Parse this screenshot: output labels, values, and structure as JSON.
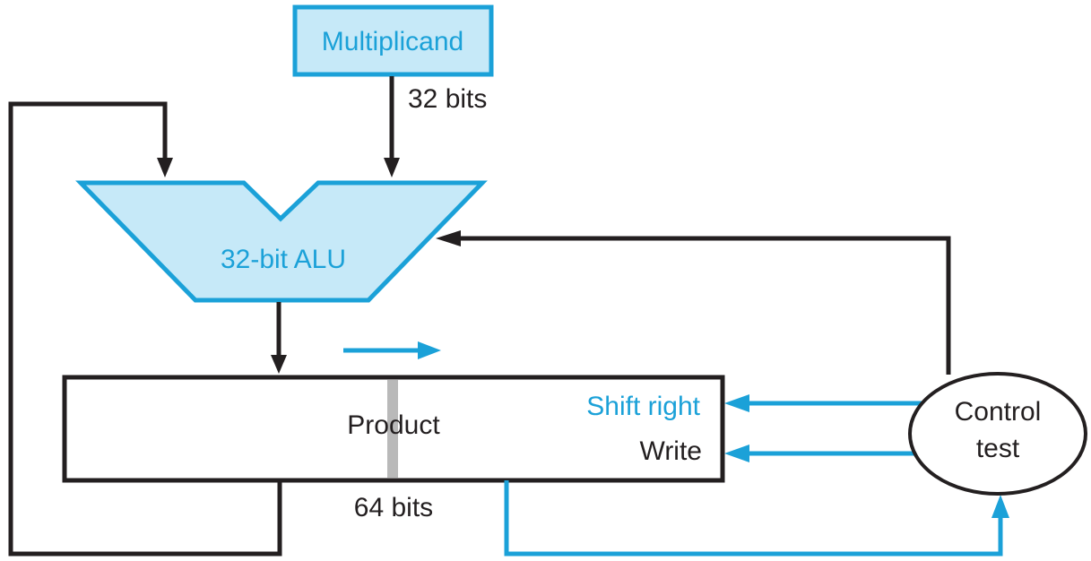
{
  "multiplicand": {
    "label": "Multiplicand",
    "width_label": "32 bits"
  },
  "alu": {
    "label": "32-bit ALU"
  },
  "product": {
    "label": "Product",
    "width_label": "64 bits",
    "shift_label": "Shift right",
    "write_label": "Write"
  },
  "control": {
    "line1": "Control",
    "line2": "test"
  },
  "colors": {
    "accent": "#1ba1d8",
    "fill": "#c6e9f8",
    "ink": "#231f20",
    "divider": "#b9b9b9"
  }
}
